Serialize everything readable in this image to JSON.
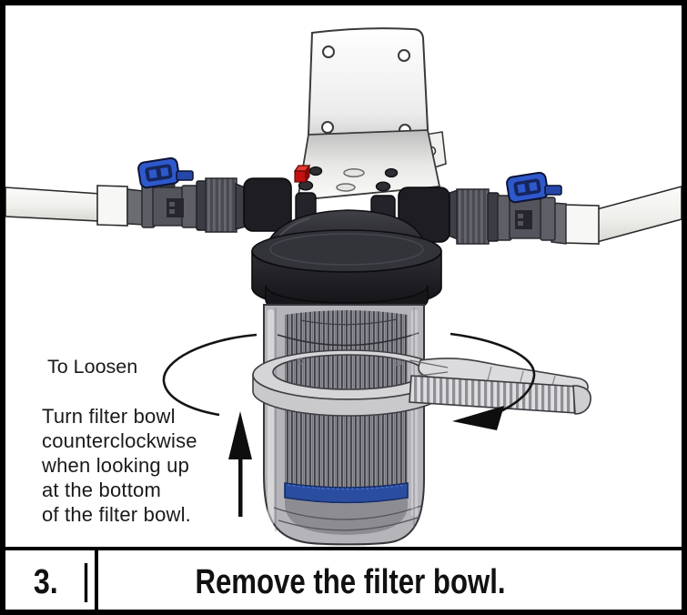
{
  "caption": {
    "step_number": "3.",
    "text": "Remove the filter bowl."
  },
  "annotations": {
    "loosen_title": "To Loosen",
    "instruction": "Turn filter bowl\ncounterclockwise\nwhen looking up\nat the bottom\nof the filter bowl."
  },
  "colors": {
    "frame_border": "#000000",
    "valve_handle_blue": "#2e59cc",
    "cartridge_band_blue": "#2a4da0",
    "relief_button_red": "#cc1111",
    "filter_head_black": "#222226",
    "wrench_gray": "#d2d2d4",
    "pipe_white": "#f4f4f2",
    "text_color": "#1a1a1a"
  }
}
